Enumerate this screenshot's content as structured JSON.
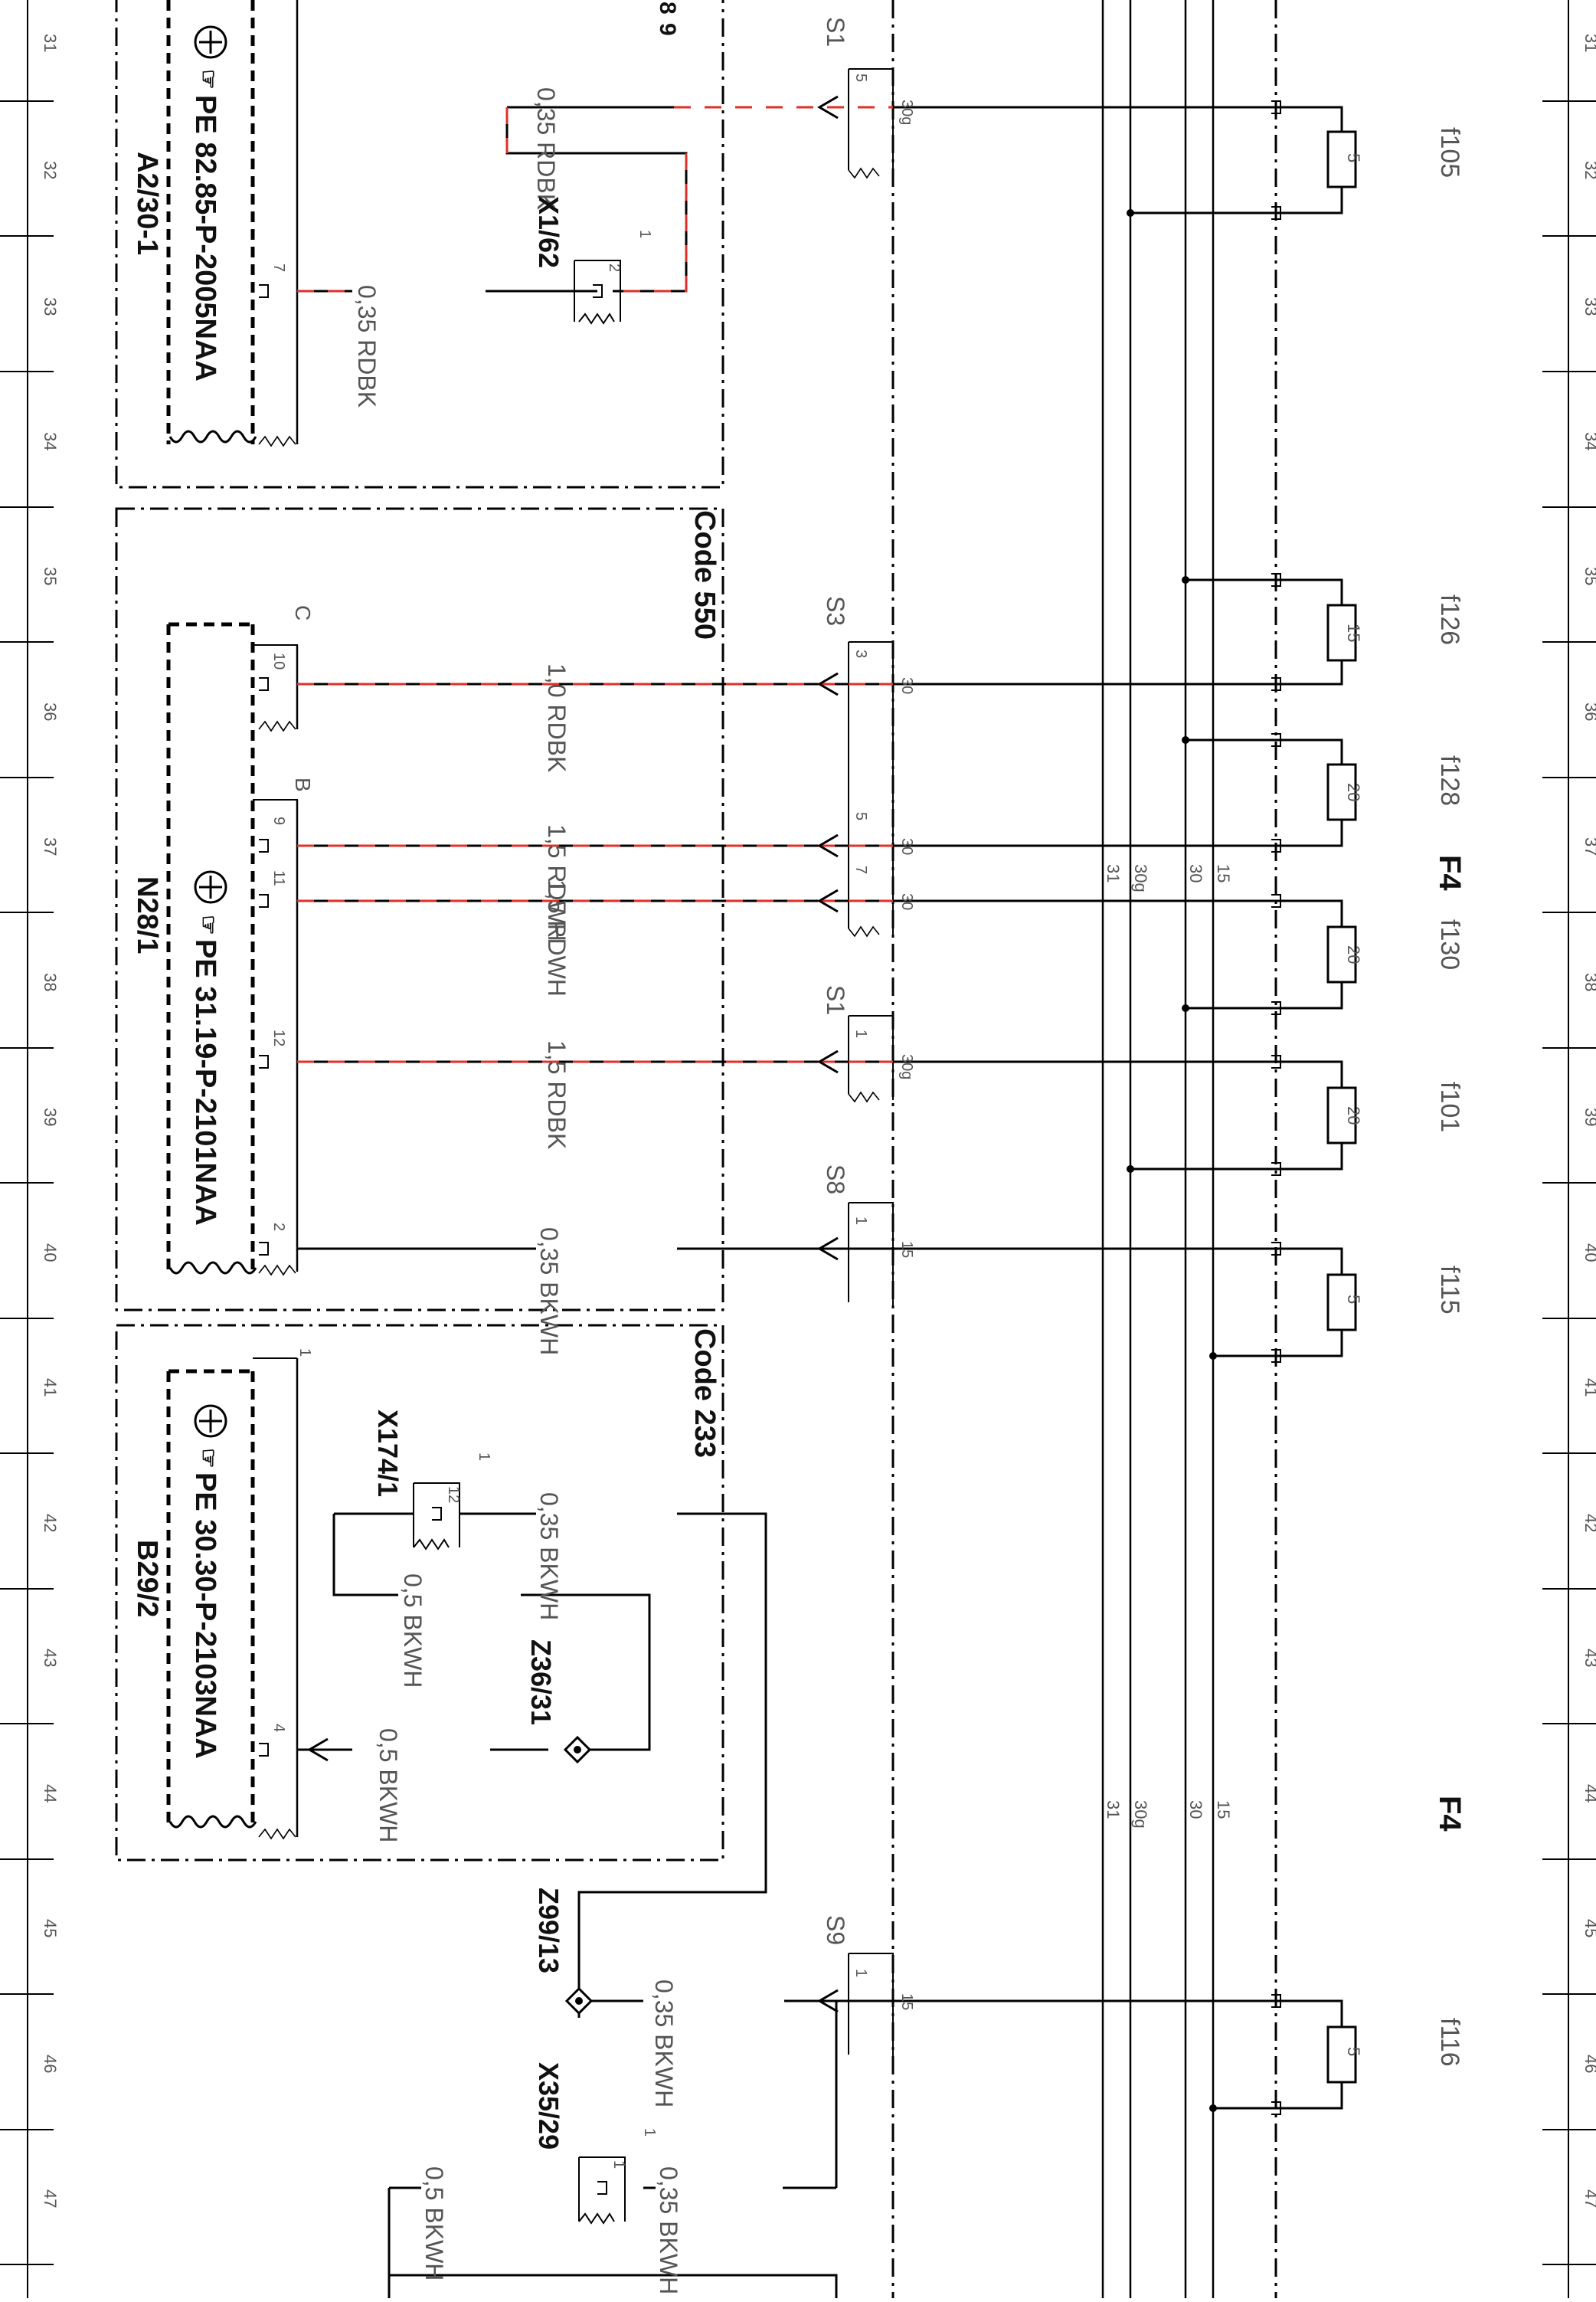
{
  "rows": [
    "31",
    "32",
    "33",
    "34",
    "35",
    "36",
    "37",
    "38",
    "39",
    "40",
    "41",
    "42",
    "43",
    "44",
    "45",
    "46",
    "47"
  ],
  "top_partial": [
    "8",
    "9"
  ],
  "modules": {
    "a2": {
      "id": "A2/30-1",
      "pe": "PE 82.85-P-2005NAA",
      "pin": "7"
    },
    "n28": {
      "id": "N28/1",
      "pe": "PE 31.19-P-2101NAA",
      "code": "Code 550",
      "letter_c": "C",
      "letter_b": "B",
      "pins": [
        "10",
        "9",
        "11",
        "12",
        "2"
      ]
    },
    "b29": {
      "id": "B29/2",
      "pe": "PE 30.30-P-2103NAA",
      "code": "Code 233",
      "pin": "4",
      "pin_top": "1"
    }
  },
  "connectors": {
    "x1_62": {
      "id": "X1/62",
      "pin": "2",
      "ref": "1"
    },
    "x174_1": {
      "id": "X174/1",
      "pin": "12",
      "ref": "1"
    },
    "x35_29": {
      "id": "X35/29",
      "pin": "1",
      "ref": "1"
    },
    "z36_31": {
      "id": "Z36/31"
    },
    "z99_13": {
      "id": "Z99/13"
    }
  },
  "wires": [
    "0,35 RDBK",
    "0,35 RDBK",
    "1,0 RDBK",
    "1,5 RDWH",
    "1,5 RDWH",
    "1,5 RDBK",
    "0,35 BKWH",
    "0,35 BKWH",
    "0,5 BKWH",
    "0,5 BKWH",
    "0,35 BKWH",
    "0,5 BKWH",
    "0,35 BKWH"
  ],
  "splices": [
    {
      "id": "S1",
      "pin": "5",
      "term": "30g"
    },
    {
      "id": "S3",
      "pin": "3",
      "term": "30"
    },
    {
      "id": "",
      "pin": "5",
      "term": "30"
    },
    {
      "id": "",
      "pin": "7",
      "term": "30"
    },
    {
      "id": "S1",
      "pin": "1",
      "term": "30g"
    },
    {
      "id": "S8",
      "pin": "1",
      "term": "15"
    },
    {
      "id": "S9",
      "pin": "1",
      "term": "15"
    }
  ],
  "buses": {
    "labels": [
      "31",
      "30g",
      "30",
      "15"
    ]
  },
  "fuse_block": "F4",
  "fuses": [
    {
      "id": "f105",
      "rating": "5"
    },
    {
      "id": "f126",
      "rating": "15"
    },
    {
      "id": "f128",
      "rating": "20"
    },
    {
      "id": "f130",
      "rating": "20"
    },
    {
      "id": "f101",
      "rating": "20"
    },
    {
      "id": "f115",
      "rating": "5"
    },
    {
      "id": "f116",
      "rating": "5"
    }
  ],
  "colors": {
    "red_stripe": "#e0302a",
    "line": "#000000",
    "text": "#555555",
    "frame": "#000000"
  }
}
